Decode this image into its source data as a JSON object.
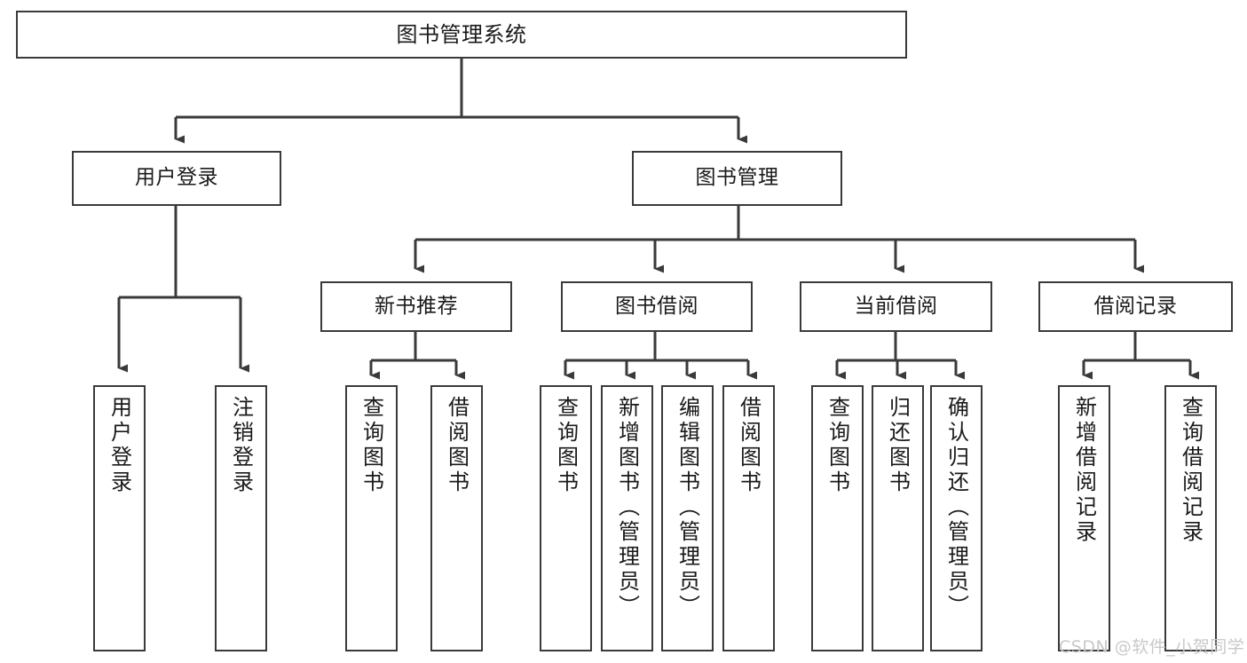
{
  "diagram": {
    "title": "图书管理系统",
    "type": "tree-hierarchy-chart",
    "root": {
      "id": "root",
      "label": "图书管理系统"
    },
    "level1": [
      {
        "id": "user-login",
        "label": "用户登录"
      },
      {
        "id": "book-manage",
        "label": "图书管理"
      }
    ],
    "level2": [
      {
        "id": "new-book-rec",
        "label": "新书推荐",
        "parent": "book-manage"
      },
      {
        "id": "book-borrow",
        "label": "图书借阅",
        "parent": "book-manage"
      },
      {
        "id": "current-borrow",
        "label": "当前借阅",
        "parent": "book-manage"
      },
      {
        "id": "borrow-record",
        "label": "借阅记录",
        "parent": "book-manage"
      }
    ],
    "leaves": [
      {
        "id": "leaf-user-login",
        "label": "用户登录",
        "parent": "user-login"
      },
      {
        "id": "leaf-logout",
        "label": "注销登录",
        "parent": "user-login"
      },
      {
        "id": "leaf-query-book-1",
        "label": "查询图书",
        "parent": "new-book-rec"
      },
      {
        "id": "leaf-borrow-book-1",
        "label": "借阅图书",
        "parent": "new-book-rec"
      },
      {
        "id": "leaf-query-book-2",
        "label": "查询图书",
        "parent": "book-borrow"
      },
      {
        "id": "leaf-add-book",
        "label": "新增图书（管理员）",
        "parent": "book-borrow"
      },
      {
        "id": "leaf-edit-book",
        "label": "编辑图书（管理员）",
        "parent": "book-borrow"
      },
      {
        "id": "leaf-borrow-book-2",
        "label": "借阅图书",
        "parent": "book-borrow"
      },
      {
        "id": "leaf-query-book-3",
        "label": "查询图书",
        "parent": "current-borrow"
      },
      {
        "id": "leaf-return-book",
        "label": "归还图书",
        "parent": "current-borrow"
      },
      {
        "id": "leaf-confirm-return",
        "label": "确认归还（管理员）",
        "parent": "current-borrow"
      },
      {
        "id": "leaf-add-record",
        "label": "新增借阅记录",
        "parent": "borrow-record"
      },
      {
        "id": "leaf-query-record",
        "label": "查询借阅记录",
        "parent": "borrow-record"
      }
    ],
    "colors": {
      "node_border": "#3a3a3a",
      "node_fill": "#ffffff",
      "edge": "#3a3a3a",
      "text": "#1a1a1a",
      "watermark": "#c9c9c9",
      "background": "#ffffff"
    }
  },
  "watermark": {
    "text": "CSDN @软件_小贺同学"
  }
}
